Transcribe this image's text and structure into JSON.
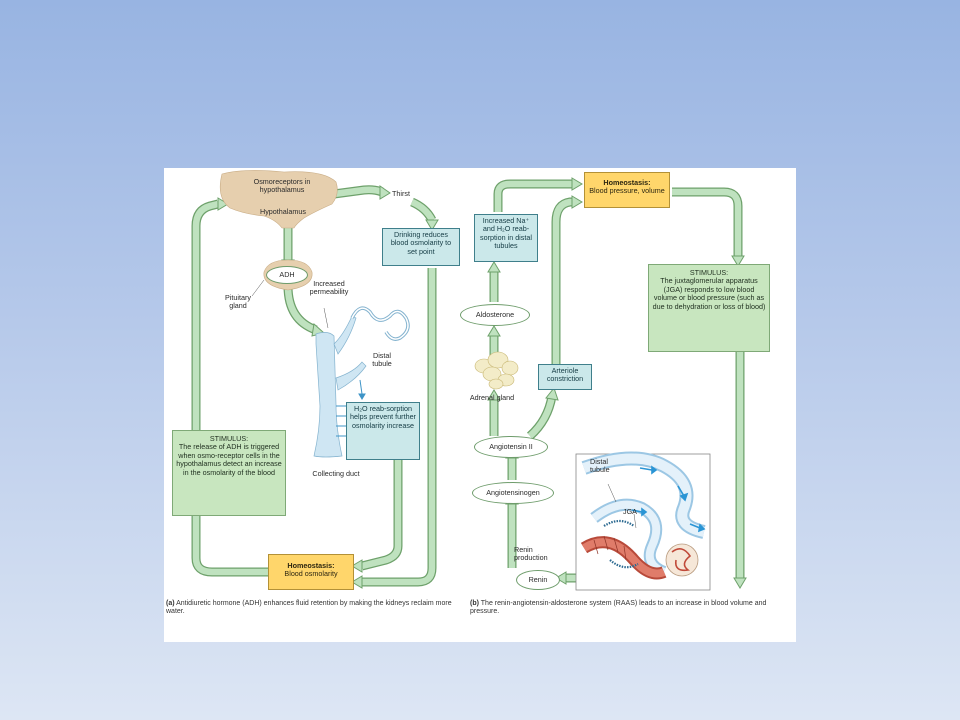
{
  "panel_a": {
    "osmoreceptors": "Osmoreceptors in hypothalamus",
    "hypothalamus": "Hypothalamus",
    "thirst": "Thirst",
    "drinking": "Drinking reduces blood osmolarity to set point",
    "adh": "ADH",
    "pituitary": "Pituitary gland",
    "permeability": "Increased permeability",
    "distal_tubule": "Distal tubule",
    "reabsorption": "H₂O reab-sorption helps prevent further osmolarity increase",
    "collecting_duct": "Collecting duct",
    "stimulus_title": "STIMULUS:",
    "stimulus_text": "The release of ADH is triggered when osmo-receptor cells in the hypothalamus detect an increase in the osmolarity of the blood",
    "homeostasis_title": "Homeostasis:",
    "homeostasis_text": "Blood osmolarity",
    "caption_letter": "(a)",
    "caption": "Antidiuretic hormone (ADH) enhances fluid retention by making the kidneys reclaim more water."
  },
  "panel_b": {
    "homeostasis_title": "Homeostasis:",
    "homeostasis_text": "Blood pressure, volume",
    "na_reabsorption": "Increased Na⁺ and H₂O reab-sorption in distal tubules",
    "stimulus_title": "STIMULUS:",
    "stimulus_text": "The juxtaglomerular apparatus (JGA) responds to low blood volume or blood pressure (such as due to dehydration or loss of blood)",
    "aldosterone": "Aldosterone",
    "adrenal": "Adrenal gland",
    "arteriole": "Arteriole constriction",
    "angiotensin2": "Angiotensin II",
    "angiotensinogen": "Angiotensinogen",
    "distal_tubule": "Distal tubule",
    "jga": "JGA",
    "renin_production": "Renin production",
    "renin": "Renin",
    "caption_letter": "(b)",
    "caption": "The renin-angiotensin-aldosterone system (RAAS) leads to an increase in blood volume and pressure."
  },
  "colors": {
    "arrow_fill": "#bfe2bf",
    "arrow_stroke": "#6ea16b",
    "stimulus_box": "#c8e6bf",
    "response_box": "#cbe8ea",
    "homeostasis_box": "#ffd66b",
    "brain": "#e6cfae",
    "duct": "#cfe6f3"
  }
}
